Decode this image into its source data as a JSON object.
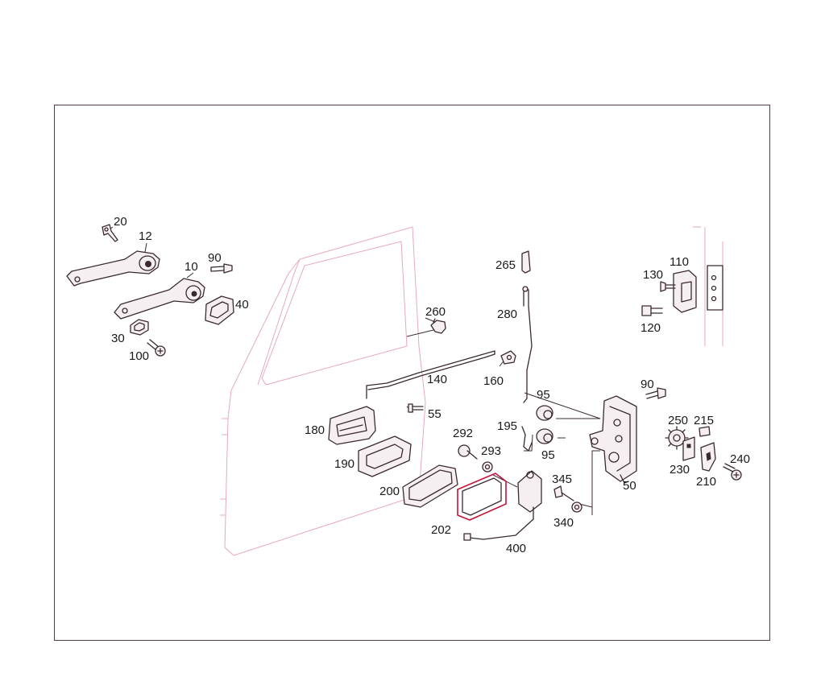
{
  "diagram": {
    "callouts": [
      {
        "id": "c20",
        "text": "20"
      },
      {
        "id": "c12",
        "text": "12"
      },
      {
        "id": "c10",
        "text": "10"
      },
      {
        "id": "c90a",
        "text": "90"
      },
      {
        "id": "c40",
        "text": "40"
      },
      {
        "id": "c30",
        "text": "30"
      },
      {
        "id": "c100",
        "text": "100"
      },
      {
        "id": "c260",
        "text": "260"
      },
      {
        "id": "c265",
        "text": "265"
      },
      {
        "id": "c280",
        "text": "280"
      },
      {
        "id": "c140",
        "text": "140"
      },
      {
        "id": "c160",
        "text": "160"
      },
      {
        "id": "c55",
        "text": "55"
      },
      {
        "id": "c180",
        "text": "180"
      },
      {
        "id": "c190",
        "text": "190"
      },
      {
        "id": "c292",
        "text": "292"
      },
      {
        "id": "c293",
        "text": "293"
      },
      {
        "id": "c200",
        "text": "200"
      },
      {
        "id": "c202",
        "text": "202"
      },
      {
        "id": "c400",
        "text": "400"
      },
      {
        "id": "c195",
        "text": "195"
      },
      {
        "id": "c95a",
        "text": "95"
      },
      {
        "id": "c95b",
        "text": "95"
      },
      {
        "id": "c345",
        "text": "345"
      },
      {
        "id": "c340",
        "text": "340"
      },
      {
        "id": "c50",
        "text": "50"
      },
      {
        "id": "c90b",
        "text": "90"
      },
      {
        "id": "c130",
        "text": "130"
      },
      {
        "id": "c110",
        "text": "110"
      },
      {
        "id": "c120",
        "text": "120"
      },
      {
        "id": "c250",
        "text": "250"
      },
      {
        "id": "c215",
        "text": "215"
      },
      {
        "id": "c230",
        "text": "230"
      },
      {
        "id": "c210",
        "text": "210"
      },
      {
        "id": "c240",
        "text": "240"
      }
    ]
  }
}
